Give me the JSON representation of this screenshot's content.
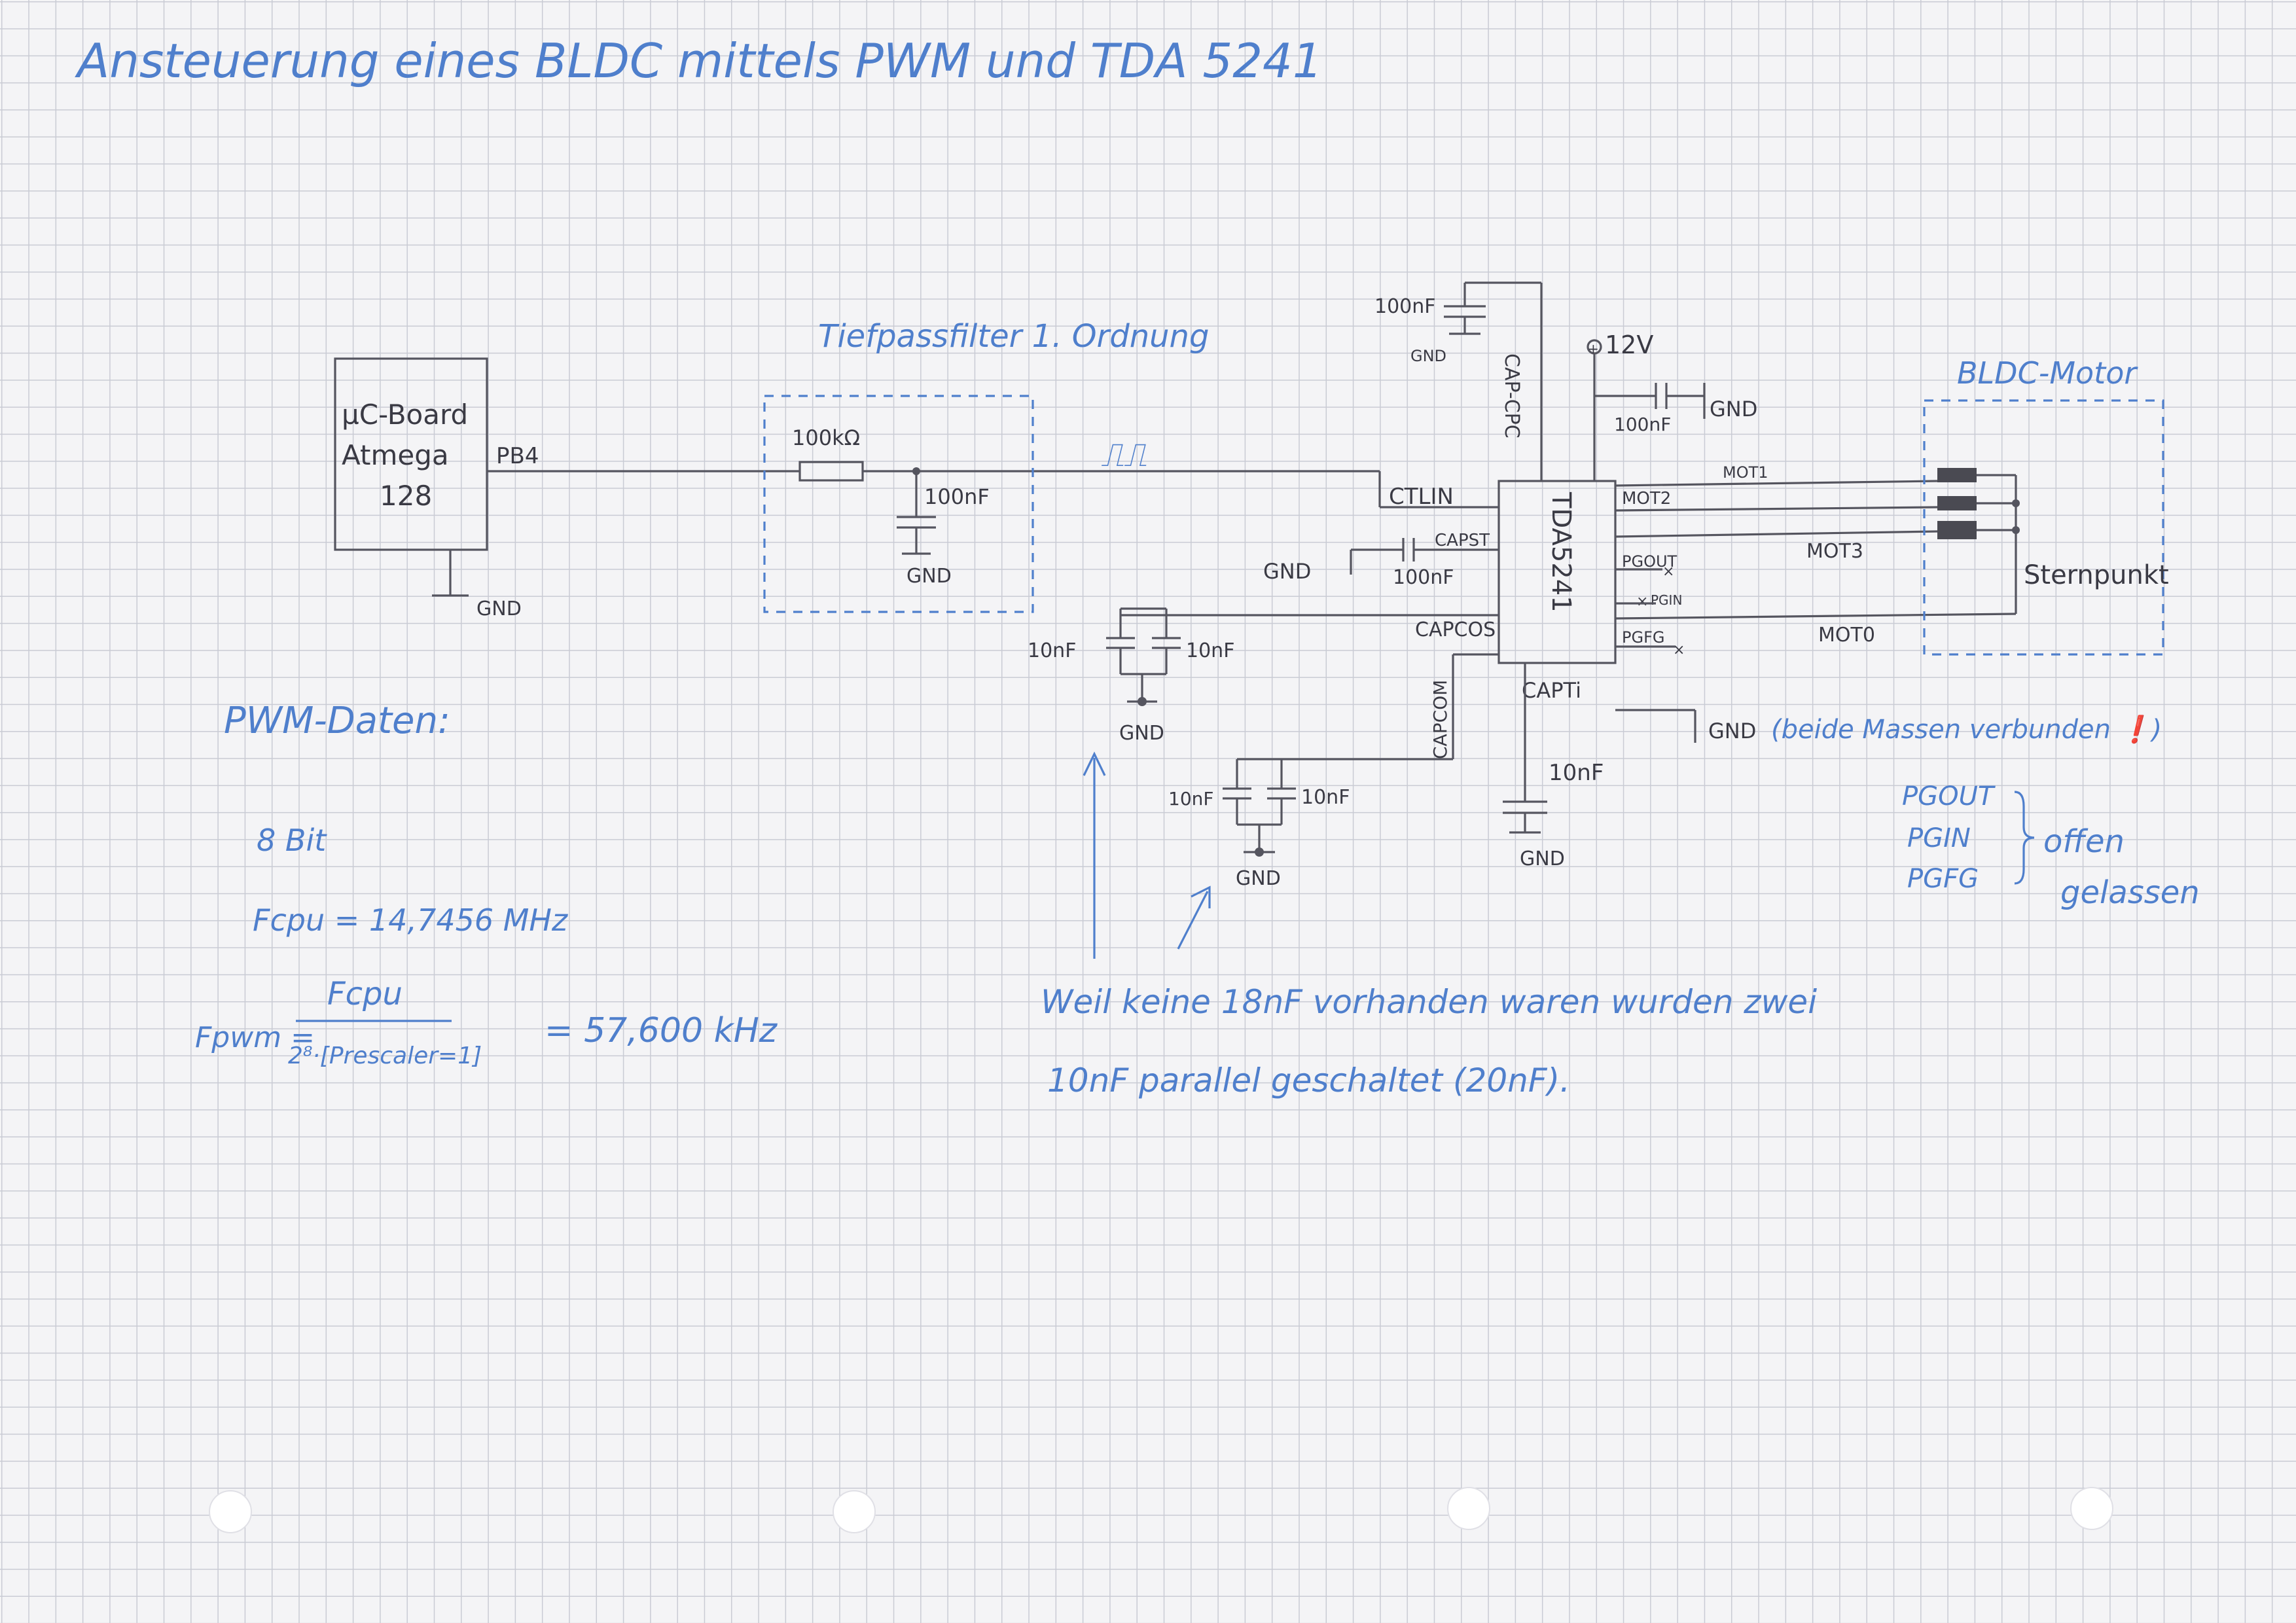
{
  "title": "Ansteuerung eines BLDC mittels PWM und TDA 5241",
  "mcu": {
    "line1": "µC-Board",
    "line2": "Atmega",
    "line3": "128",
    "pin": "PB4",
    "gnd": "GND"
  },
  "filter": {
    "heading": "Tiefpassfilter 1. Ordnung",
    "resistor": "100kΩ",
    "cap": "100nF",
    "gnd": "GND"
  },
  "pwm_symbol": "⎍⎍",
  "ic": {
    "name": "TDA5241",
    "pins": {
      "ctlin": "CTLIN",
      "capst": "CAPST",
      "capcos": "CAPCOS",
      "capcom": "CAPCOM",
      "capti": "CAPTi",
      "capcpc": "CAP-CPC",
      "mot1": "MOT1",
      "mot2": "MOT2",
      "mot3": "MOT3",
      "mot0": "MOT0",
      "pgout": "PGOUT",
      "pgin": "PGIN",
      "pgfg": "PGFG"
    }
  },
  "components": {
    "c_top": "100nF",
    "c_top_gnd": "GND",
    "supply": "12V",
    "c_supply": "100nF",
    "c_supply_gnd": "GND",
    "c_capst": "100nF",
    "c_capst_gnd": "GND",
    "c_capcos_a": "10nF",
    "c_capcos_b": "10nF",
    "c_capcos_gnd": "GND",
    "c_capcom_a": "10nF",
    "c_capcom_b": "10nF",
    "c_capcom_gnd": "GND",
    "c_capti": "10nF",
    "c_capti_gnd": "GND",
    "gnd_main": "GND"
  },
  "notes": {
    "gnd_note": "(beide Massen verbunden ❗)",
    "pg_items": [
      "PGOUT",
      "PGIN",
      "PGFG"
    ],
    "pg_note_a": "offen",
    "pg_note_b": "gelassen",
    "parallel_line1": "Weil keine 18nF vorhanden waren wurden zwei",
    "parallel_line2": "10nF parallel geschaltet (20nF)."
  },
  "motor": {
    "heading": "BLDC-Motor",
    "star": "Sternpunkt"
  },
  "pwm_data": {
    "heading": "PWM-Daten:",
    "bits": "8 Bit",
    "fcpu": "Fcpu = 14,7456 MHz",
    "fpwm_lhs": "Fpwm =",
    "fpwm_num": "Fcpu",
    "fpwm_den": "2⁸·[Prescaler=1]",
    "fpwm_result": "= 57,600 kHz"
  },
  "colors": {
    "paper": "#f4f4f6",
    "grid": "#c9cbd4",
    "pencil": "#55555f",
    "ink_blue": "#4f7fcc"
  }
}
